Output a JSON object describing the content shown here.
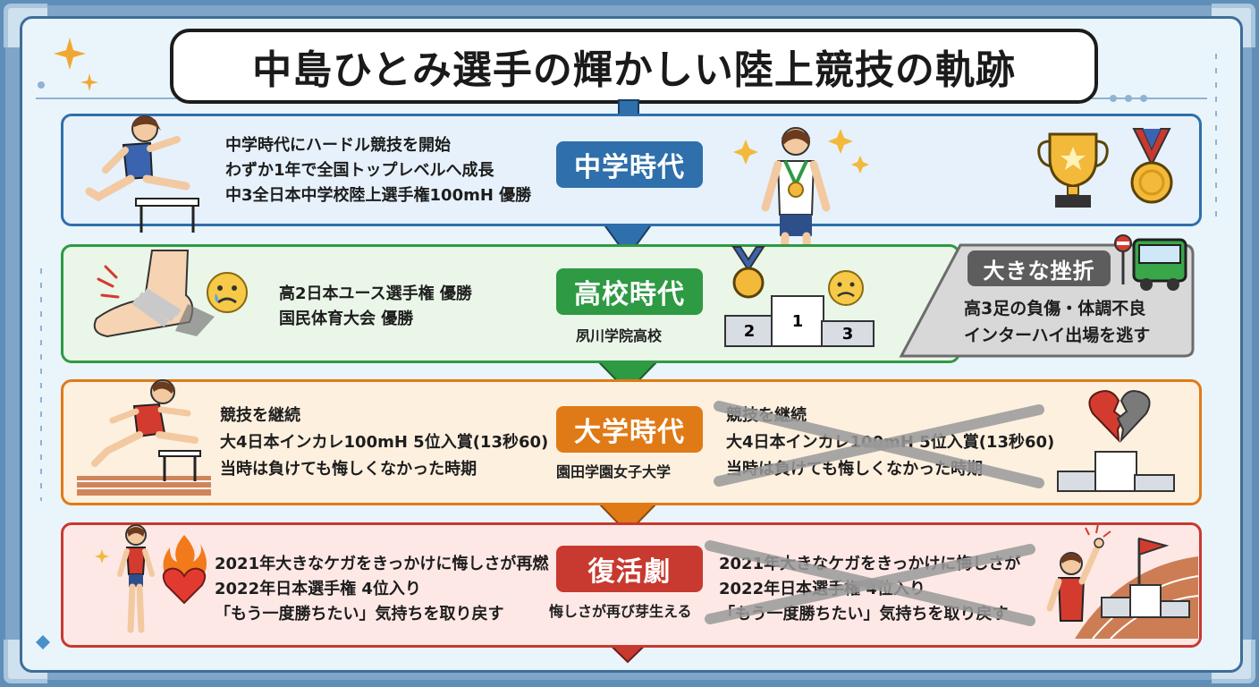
{
  "title": "中島ひとみ選手の輝かしい陸上競技の軌跡",
  "colors": {
    "middle": "#2f6fab",
    "high": "#2e9a43",
    "college": "#e07a17",
    "revival": "#c8392f",
    "setback": "#6c6c6c"
  },
  "middle_school": {
    "badge": "中学時代",
    "lines": [
      "中学時代にハードル競技を開始",
      "わずか1年で全国トップレベルへ成長",
      "中3全日本中学校陸上選手権100mH 優勝"
    ]
  },
  "high_school": {
    "badge": "高校時代",
    "school": "夙川学院高校",
    "lines": [
      "高2日本ユース選手権 優勝",
      "国民体育大会 優勝"
    ],
    "podium": [
      "2",
      "1",
      "3"
    ]
  },
  "setback": {
    "title": "大きな挫折",
    "lines": [
      "高3足の負傷・体調不良",
      "インターハイ出場を逃す"
    ]
  },
  "college": {
    "badge": "大学時代",
    "school": "園田学園女子大学",
    "lines": [
      "競技を継続",
      "大4日本インカレ100mH 5位入賞(13秒60)",
      "当時は負けても悔しくなかった時期"
    ],
    "struck_lines": [
      "競技を継続",
      "大4日本インカレ100mH 5位入賞(13秒60)",
      "当時は負けても悔しくなかった時期"
    ]
  },
  "revival": {
    "badge": "復活劇",
    "caption": "悔しさが再び芽生える",
    "lines": [
      "2021年大きなケガをきっかけに悔しさが再燃",
      "2022年日本選手権 4位入り",
      "「もう一度勝ちたい」気持ちを取り戻す"
    ],
    "struck_lines": [
      "2021年大きなケガをきっかけに悔しさが",
      "2022年日本選手権 4位入り",
      "「もう一度勝ちたい」気持ちを取り戻す"
    ]
  },
  "icons": [
    "hurdler-icon",
    "trophy-icon",
    "medal-icon",
    "injured-foot-icon",
    "sad-face-icon",
    "podium-icon",
    "bus-icon",
    "stop-sign-icon",
    "broken-heart-icon",
    "fire-heart-icon",
    "celebrating-athlete-icon",
    "flag-icon",
    "sparkle-icon"
  ]
}
